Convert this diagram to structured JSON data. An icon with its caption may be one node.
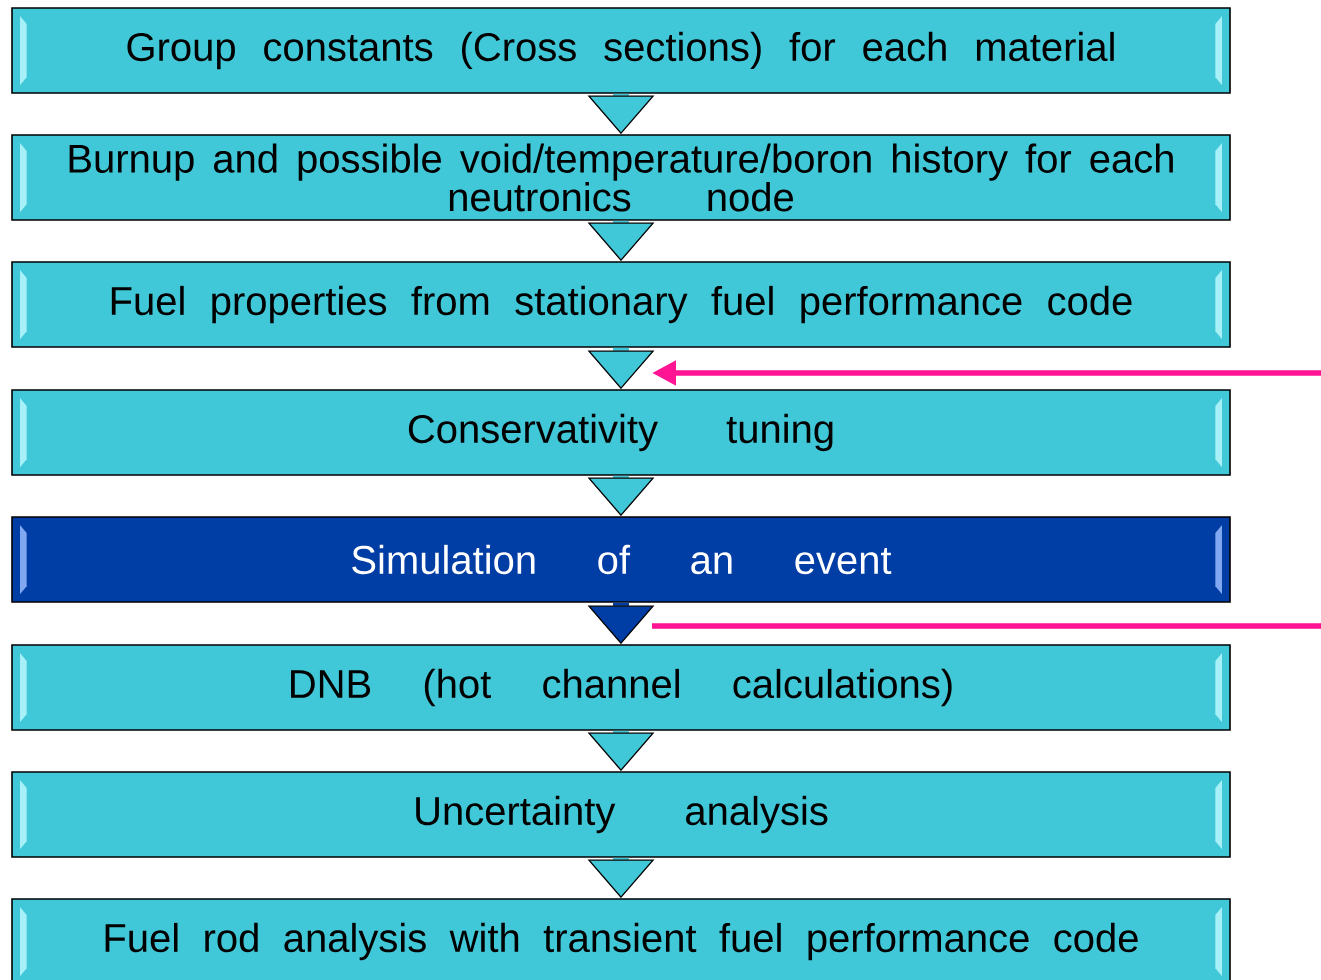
{
  "diagram": {
    "nodes": [
      {
        "text": [
          "Group constants (Cross sections) for each material"
        ]
      },
      {
        "text": [
          "Burnup and possible void/temperature/boron history for each neutronics node"
        ]
      },
      {
        "text": [
          "Fuel properties from stationary fuel performance code"
        ]
      },
      {
        "text": [
          "Conservativity tuning"
        ]
      },
      {
        "text": [
          "Simulation of an event"
        ]
      },
      {
        "text": [
          "DNB (hot channel calculations)"
        ]
      },
      {
        "text": [
          "Uncertainty analysis"
        ]
      },
      {
        "text": [
          "Fuel rod analysis with transient fuel performance code"
        ]
      }
    ],
    "edges": [
      {
        "from": 0,
        "to": 1,
        "arrow": "to"
      },
      {
        "from": 1,
        "to": 2,
        "arrow": "to"
      },
      {
        "from": 2,
        "to": 3,
        "arrow": "to"
      },
      {
        "from": 3,
        "to": 4,
        "arrow": "to"
      },
      {
        "from": 4,
        "to": 5,
        "arrow": "to",
        "color": "#003da5"
      },
      {
        "from": 5,
        "to": 6,
        "arrow": "to"
      },
      {
        "from": 6,
        "to": 7,
        "arrow": "to"
      },
      {
        "from": null,
        "to": 3,
        "arrow": "to",
        "color": "#ff1493"
      },
      {
        "from": 4,
        "to": null,
        "arrow": "none",
        "color": "#ff1493"
      }
    ]
  }
}
